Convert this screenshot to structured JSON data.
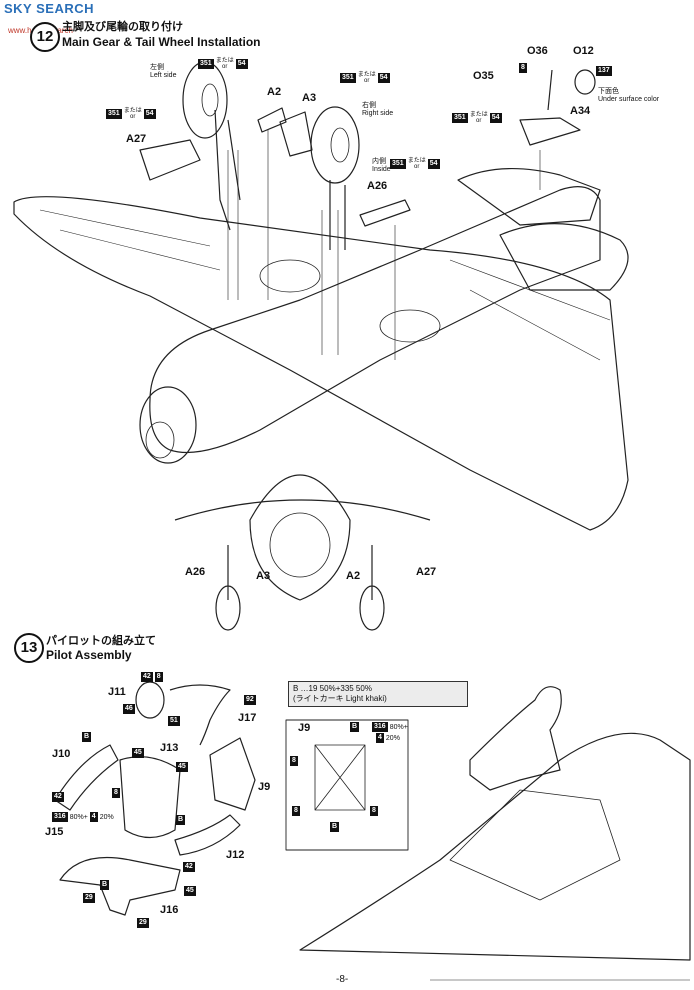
{
  "watermark": {
    "text": "SKY SEARCH",
    "sub": "www.hobbysearch"
  },
  "step12": {
    "number": "12",
    "title_jp": "主脚及び尾輪の取り付け",
    "title_en": "Main Gear & Tail Wheel Installation"
  },
  "step13": {
    "number": "13",
    "title_jp": "パイロットの組み立て",
    "title_en": "Pilot Assembly"
  },
  "labels": {
    "left_side_jp": "左側",
    "left_side_en": "Left side",
    "right_side_jp": "右側",
    "right_side_en": "Right side",
    "inside_jp": "内側",
    "inside_en": "Inside",
    "under_jp": "下面色",
    "under_en": "Under surface color",
    "or_jp": "または",
    "or_en": "or"
  },
  "paints": {
    "c351": "351",
    "c54": "54",
    "c137": "137",
    "c8": "8",
    "c42": "42",
    "c46": "46",
    "c51": "51",
    "c92": "92",
    "c45": "45",
    "c316": "316",
    "c4": "4",
    "c29": "29",
    "cB": "B",
    "ratio_80": "80%+",
    "ratio_20": "20%"
  },
  "parts": {
    "A2": "A2",
    "A3": "A3",
    "A27": "A27",
    "A26": "A26",
    "A34": "A34",
    "O35": "O35",
    "O36": "O36",
    "O12": "O12",
    "J9": "J9",
    "J10": "J10",
    "J11": "J11",
    "J12": "J12",
    "J13": "J13",
    "J15": "J15",
    "J16": "J16",
    "J17": "J17"
  },
  "paint_box": {
    "line1": "B …19 50%+335 50%",
    "line2": "(ライトカーキ Light khaki)"
  },
  "page_number": "-8-"
}
